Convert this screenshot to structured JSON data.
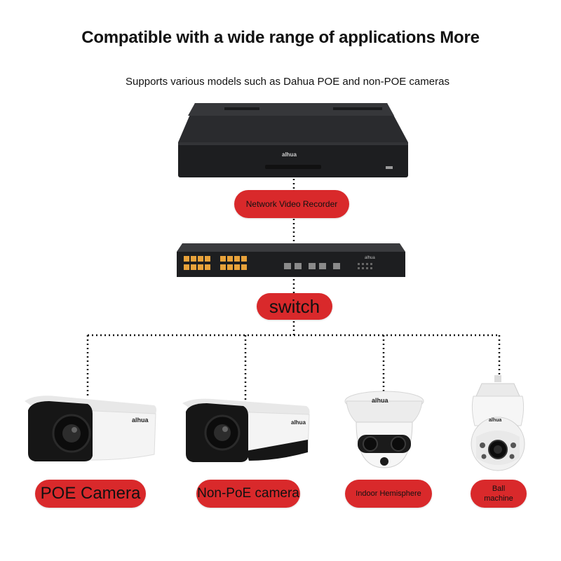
{
  "header": {
    "title": "Compatible with a wide range of applications More",
    "subtitle": "Supports various models such as Dahua POE and non-POE cameras"
  },
  "devices": {
    "nvr": {
      "label": "Network Video Recorder",
      "brand": "alhua"
    },
    "switch": {
      "label": "switch",
      "brand": "alhua"
    },
    "poe_camera": {
      "label": "POE Camera",
      "brand": "alhua"
    },
    "non_poe_camera": {
      "label": "Non-PoE camera",
      "brand": "alhua"
    },
    "indoor_hemisphere": {
      "label": "Indoor Hemisphere",
      "brand": "alhua"
    },
    "ball_machine": {
      "label_line1": "Ball",
      "label_line2": "machine",
      "brand": "alhua"
    }
  },
  "colors": {
    "accent": "#d9292b",
    "device_dark": "#1d1e20",
    "connector": "#111111"
  }
}
